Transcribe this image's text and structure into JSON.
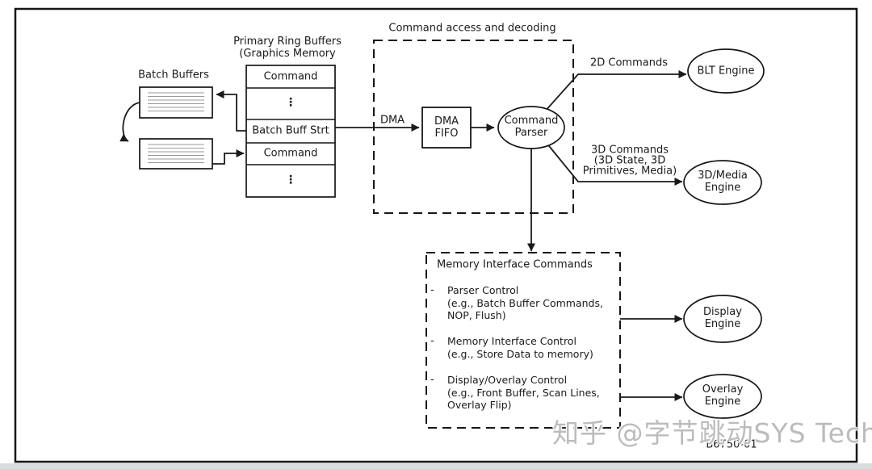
{
  "diagram": {
    "batch_buffers": {
      "label": "Batch Buffers"
    },
    "ring_buffer": {
      "title": "Primary Ring Buffers\n(Graphics Memory",
      "rows": [
        "Command",
        "⋮",
        "Batch Buff Strt",
        "Command",
        "⋮"
      ]
    },
    "dma_label": "DMA",
    "command_access_box": {
      "title": "Command access and decoding"
    },
    "dma_fifo": {
      "label": "DMA\nFIFO"
    },
    "command_parser": {
      "label": "Command\nParser"
    },
    "arrow_labels": {
      "commands_2d": "2D Commands",
      "commands_3d": "3D Commands\n(3D State, 3D\nPrimitives, Media)"
    },
    "engines": {
      "blt": "BLT Engine",
      "media_3d": "3D/Media\nEngine",
      "display": "Display\nEngine",
      "overlay": "Overlay\nEngine"
    },
    "memory_box": {
      "title": "Memory Interface Commands",
      "bullets": [
        {
          "marker": "-",
          "text": "Parser Control\n(e.g., Batch Buffer Commands,\nNOP, Flush)"
        },
        {
          "marker": "-",
          "text": "Memory Interface Control\n(e.g., Store Data to memory)"
        },
        {
          "marker": "-",
          "text": "Display/Overlay Control\n(e.g., Front Buffer, Scan Lines,\nOverlay Flip)"
        }
      ]
    },
    "figure_id": "B6750-01",
    "watermark": "知乎 @字节跳动SYS Tech"
  },
  "colors": {
    "line": "#1a1a1a",
    "ruled_line": "#9a9a9a",
    "watermark": "#bcbcbc",
    "bottom_strip": "#d9dcdc",
    "background": "#ffffff"
  }
}
